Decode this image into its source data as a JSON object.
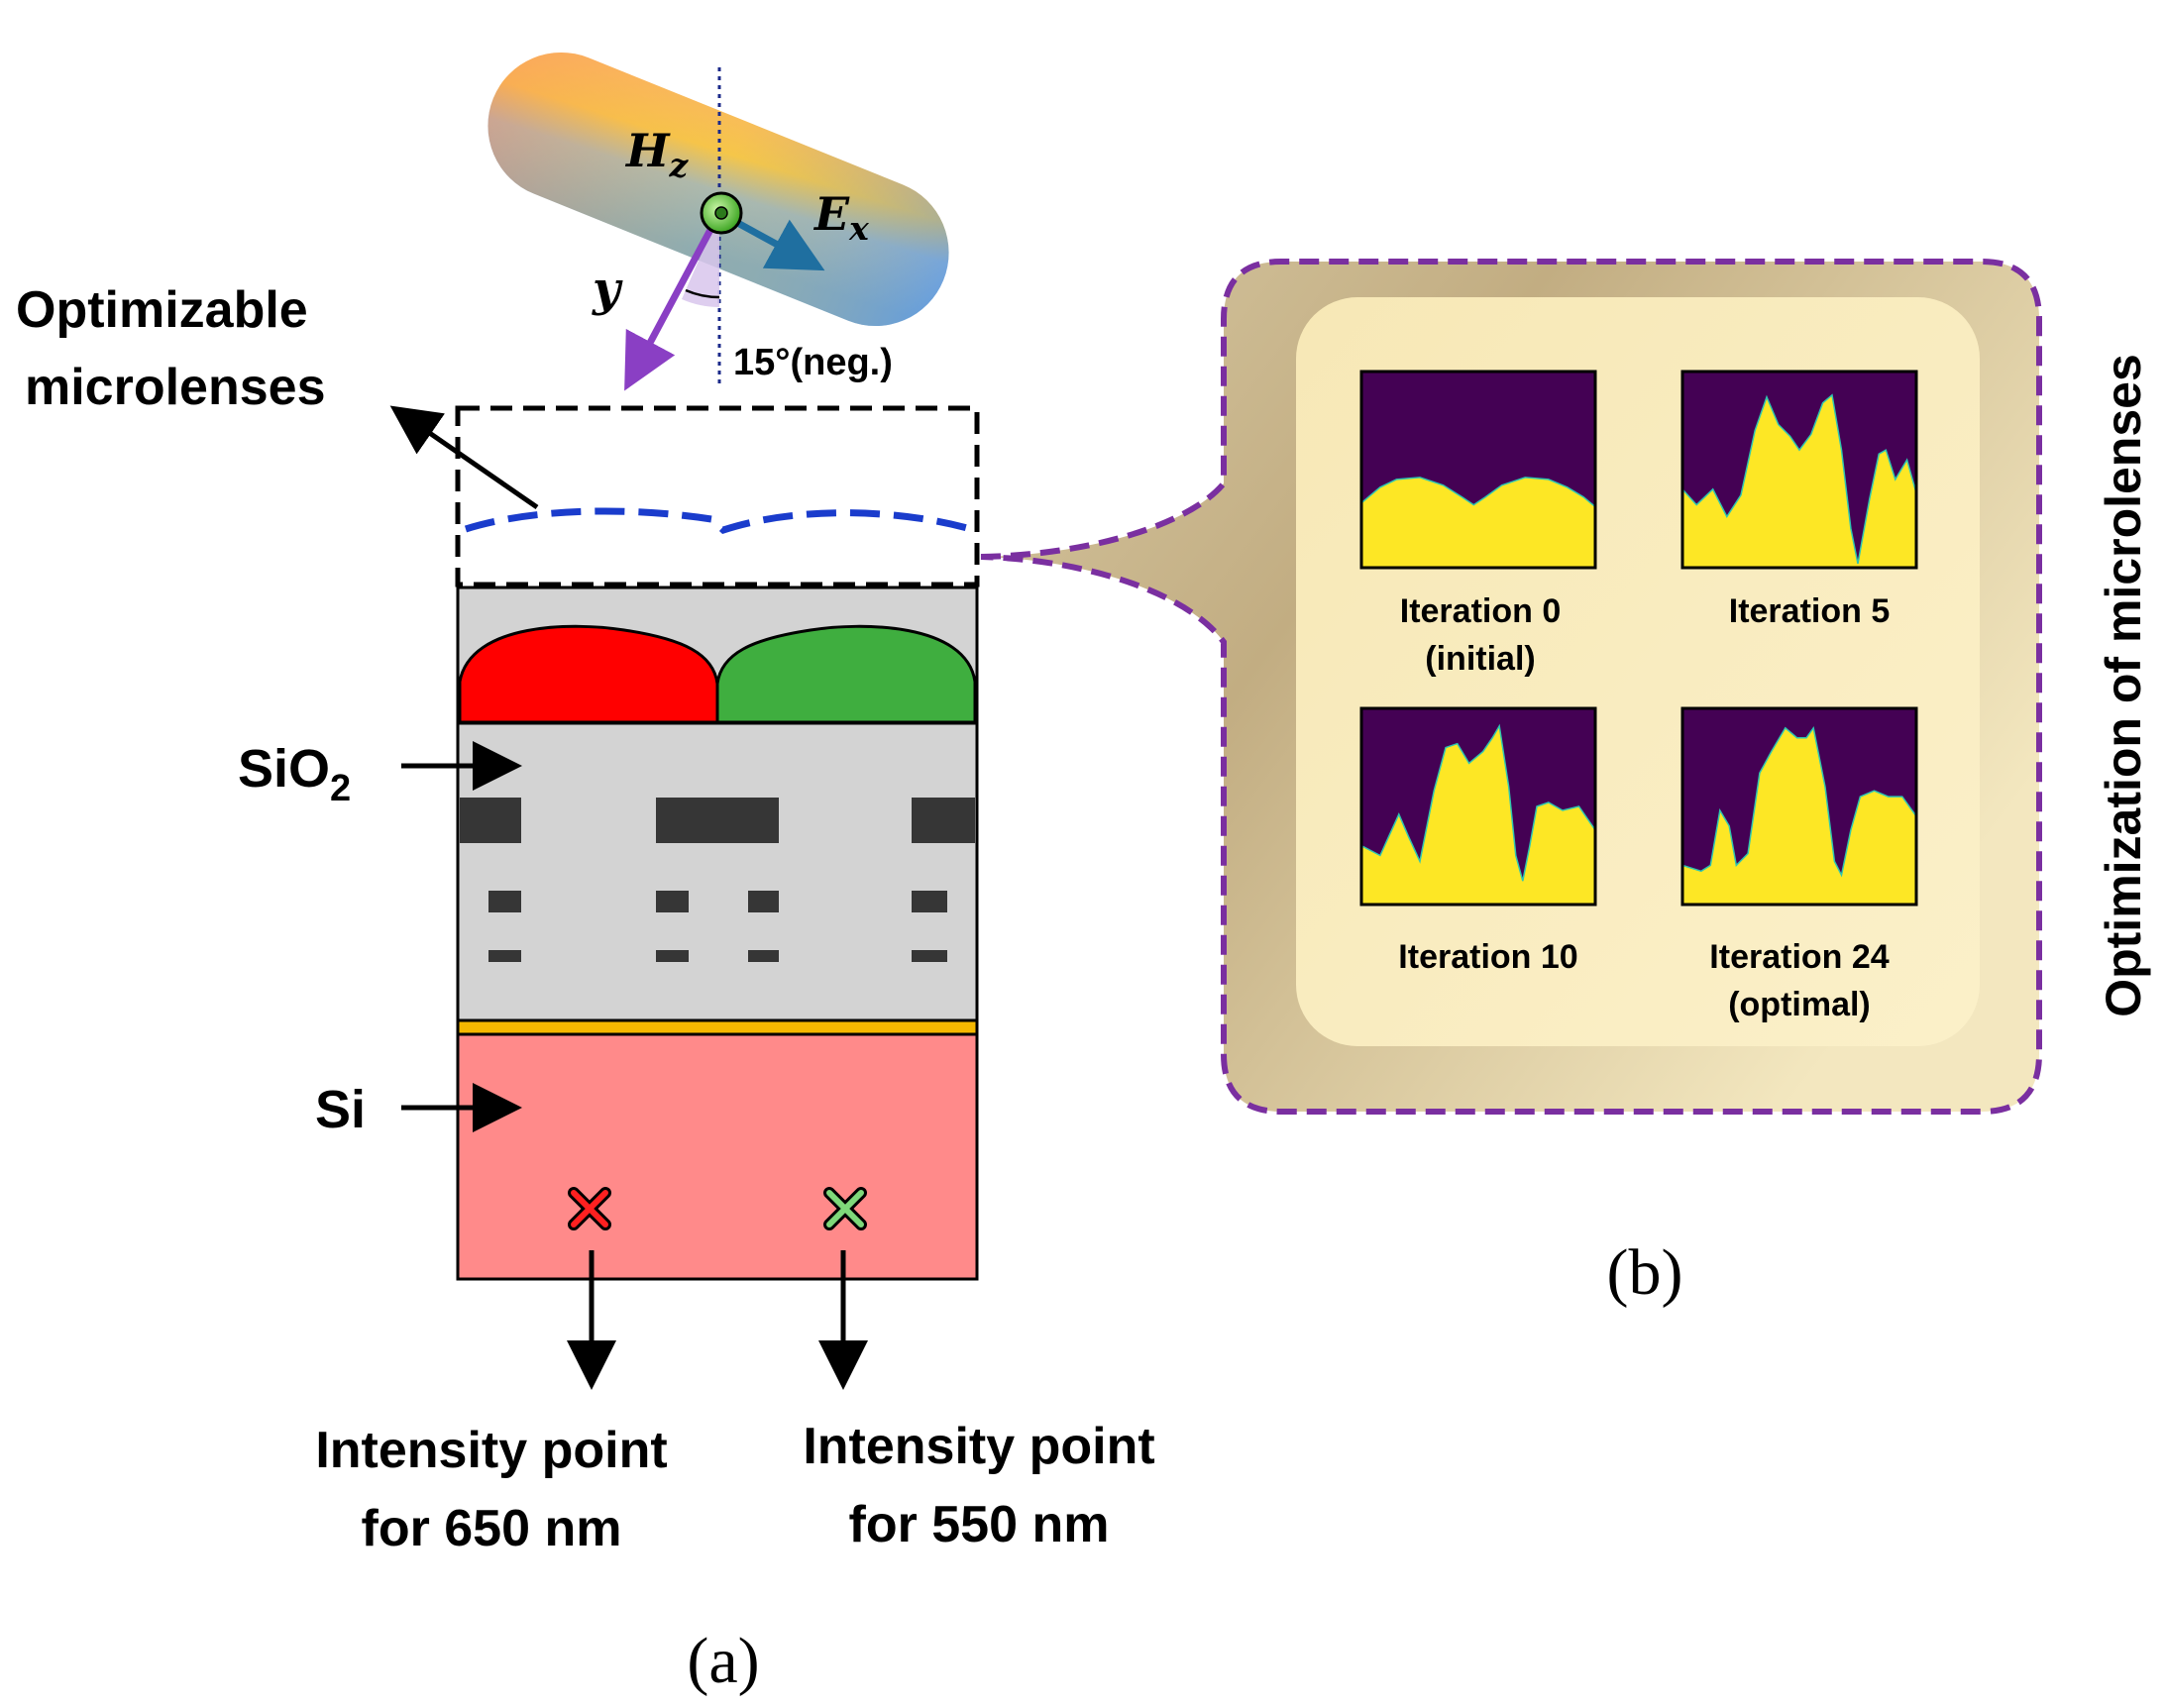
{
  "beam": {
    "h_label": "H",
    "h_sub": "z",
    "e_label": "E",
    "e_sub": "x",
    "y_label": "y",
    "angle_label": "15°(neg.)"
  },
  "labels": {
    "optimizable_line1": "Optimizable",
    "optimizable_line2": "microlenses",
    "sio2": "SiO",
    "sio2_sub": "2",
    "si": "Si",
    "intensity_650_line1": "Intensity point",
    "intensity_650_line2": "for 650 nm",
    "intensity_550_line1": "Intensity point",
    "intensity_550_line2": "for 550 nm",
    "panel_a": "(a)",
    "panel_b": "(b)",
    "side_title": "Optimization of microlenses"
  },
  "iterations": [
    {
      "line1": "Iteration 0",
      "line2": "(initial)"
    },
    {
      "line1": "Iteration 5",
      "line2": ""
    },
    {
      "line1": "Iteration 10",
      "line2": ""
    },
    {
      "line1": "Iteration 24",
      "line2": "(optimal)"
    }
  ],
  "colors": {
    "red_filter": "#ff0000",
    "green_filter": "#3fae3f",
    "sio2": "#d3d3d3",
    "si": "#ff8a8a",
    "metal": "#363636",
    "thin_layer": "#f5b800",
    "lens_dashed": "#1a3ccc",
    "callout_border": "#7a2fa0",
    "plot_background": "#440154",
    "plot_fill": "#fde725",
    "arrow_y": "#8a3fc4",
    "arrow_e": "#1f6fa0"
  }
}
